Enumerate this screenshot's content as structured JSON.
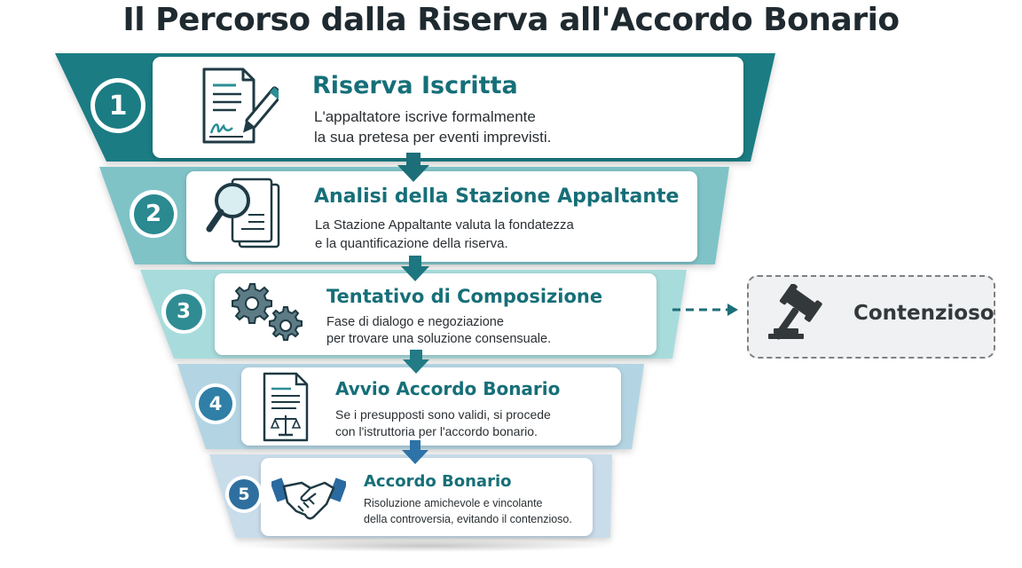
{
  "title": "Il Percorso dalla Riserva all'Accordo Bonario",
  "steps": [
    {
      "number": "1",
      "title": "Riserva Iscritta",
      "desc_line1": "L'appaltatore iscrive formalmente",
      "desc_line2": "la sua pretesa per eventi imprevisti.",
      "icon": "document-signature-icon"
    },
    {
      "number": "2",
      "title": "Analisi della Stazione Appaltante",
      "desc_line1": "La Stazione Appaltante valuta la fondatezza",
      "desc_line2": "e la quantificazione della riserva.",
      "icon": "magnifier-documents-icon"
    },
    {
      "number": "3",
      "title": "Tentativo di Composizione",
      "desc_line1": "Fase di dialogo e negoziazione",
      "desc_line2": "per trovare una soluzione consensuale.",
      "icon": "gears-icon"
    },
    {
      "number": "4",
      "title": "Avvio Accordo Bonario",
      "desc_line1": "Se i presupposti sono validi, si procede",
      "desc_line2": "con l'istruttoria per l'accordo bonario.",
      "icon": "document-scales-icon"
    },
    {
      "number": "5",
      "title": "Accordo Bonario",
      "desc_line1": "Risoluzione amichevole e vincolante",
      "desc_line2": "della controversia, evitando il contenzioso.",
      "icon": "handshake-icon"
    }
  ],
  "side_branch": {
    "label": "Contenzioso",
    "icon": "gavel-icon"
  },
  "colors": {
    "band_1": "#1b7c83",
    "band_2": "#7fc3c7",
    "band_3": "#a8dcdc",
    "band_4": "#b3d5e3",
    "band_5": "#c9dcea",
    "accent_teal": "#166f78",
    "arrow_teal": "#1c6f79",
    "arrow_blue": "#2d73a8",
    "badge_blue": "#2e6fa0"
  }
}
